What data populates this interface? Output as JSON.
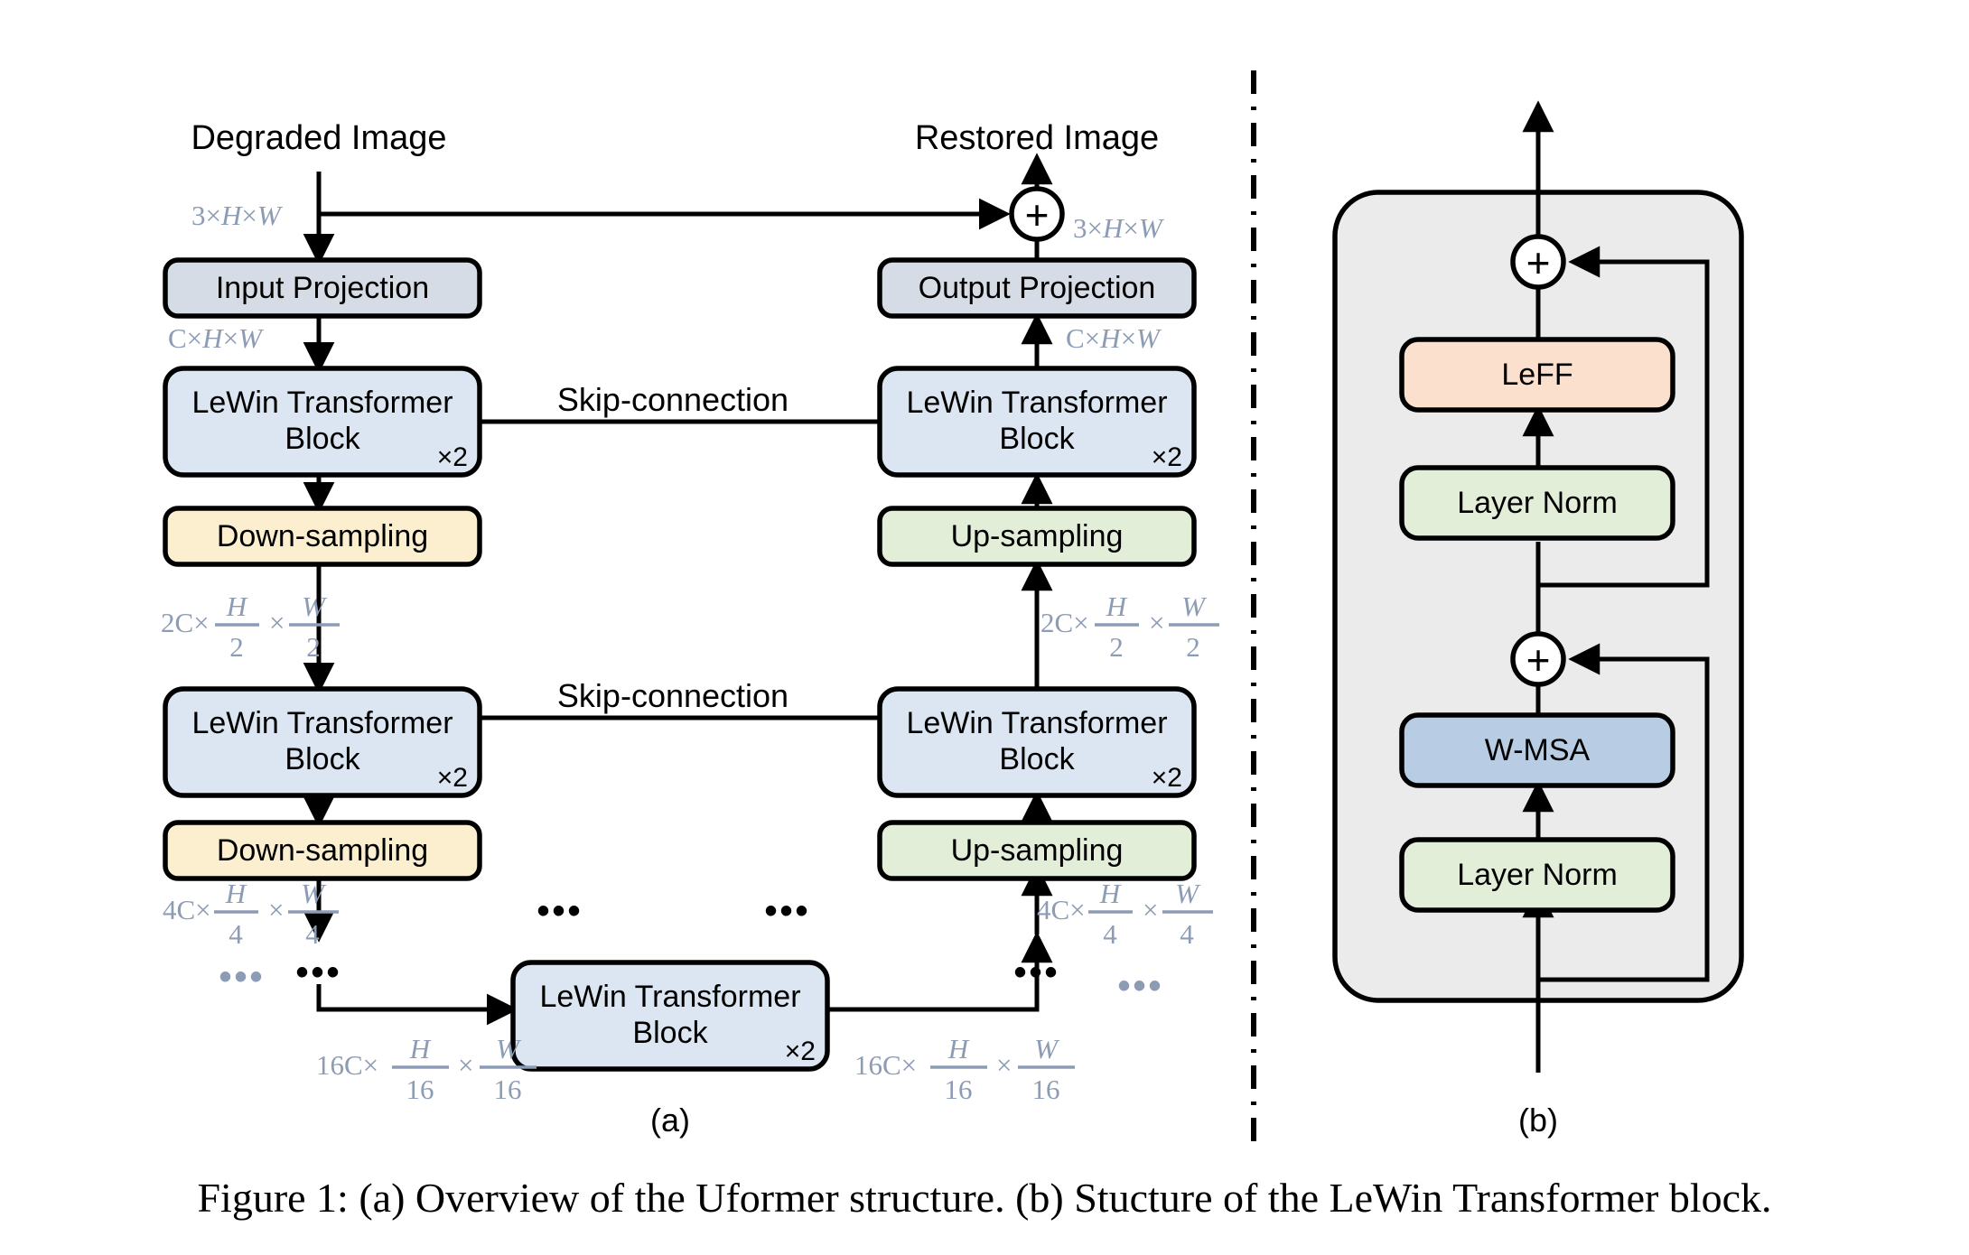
{
  "figure": {
    "caption": "Figure 1: (a) Overview of the Uformer structure. (b) Stucture of the LeWin Transformer block.",
    "panel_a_label": "(a)",
    "panel_b_label": "(b)"
  },
  "colors": {
    "projection_fill": "#d6dce5",
    "transformer_fill": "#dce6f2",
    "downsample_fill": "#fcefd0",
    "upsample_fill": "#e3eed9",
    "leff_fill": "#fbe0cd",
    "layernorm_fill": "#e3eed9",
    "wmsa_fill": "#b8cce4",
    "block_bg_fill": "#ebebeb",
    "dim_text": "#8d9cb5",
    "stroke": "#000000"
  },
  "panel_a": {
    "input_title": "Degraded Image",
    "output_title": "Restored Image",
    "skip_label_top": "Skip-connection",
    "skip_label_mid": "Skip-connection",
    "blocks": {
      "input_projection": "Input Projection",
      "output_projection": "Output Projection",
      "lewin_block": "LeWin Transformer Block",
      "lewin_line1": "LeWin Transformer",
      "lewin_line2": "Block",
      "multiplier": "×2",
      "down_sampling": "Down-sampling",
      "up_sampling": "Up-sampling"
    },
    "dims": {
      "input_3hw": {
        "prefix": "3×",
        "h": "H",
        "sep": "×",
        "w": "W"
      },
      "output_3hw": {
        "prefix": "3×",
        "h": "H",
        "sep": "×",
        "w": "W"
      },
      "enc_chw": {
        "prefix": "C×",
        "h": "H",
        "sep": "×",
        "w": "W"
      },
      "dec_chw": {
        "prefix": "C×",
        "h": "H",
        "sep": "×",
        "w": "W"
      },
      "enc_2c": {
        "coef": "2C×",
        "num1": "H",
        "den1": "2",
        "sep": "×",
        "num2": "W",
        "den2": "2"
      },
      "dec_2c": {
        "coef": "2C×",
        "num1": "H",
        "den1": "2",
        "sep": "×",
        "num2": "W",
        "den2": "2"
      },
      "enc_4c": {
        "coef": "4C×",
        "num1": "H",
        "den1": "4",
        "sep": "×",
        "num2": "W",
        "den2": "4"
      },
      "dec_4c": {
        "coef": "4C×",
        "num1": "H",
        "den1": "4",
        "sep": "×",
        "num2": "W",
        "den2": "4"
      },
      "enc_16c": {
        "coef": "16C×",
        "num1": "H",
        "den1": "16",
        "sep": "×",
        "num2": "W",
        "den2": "16"
      },
      "dec_16c": {
        "coef": "16C×",
        "num1": "H",
        "den1": "16",
        "sep": "×",
        "num2": "W",
        "den2": "16"
      }
    },
    "ellipsis": {
      "mid_left": "•••",
      "mid_right": "•••",
      "enc_gray": "•••",
      "enc_dark": "•••",
      "dec_dark": "•••",
      "dec_gray": "•••"
    },
    "add_symbol": "+"
  },
  "panel_b": {
    "blocks": {
      "leff": "LeFF",
      "layer_norm_top": "Layer Norm",
      "wmsa": "W-MSA",
      "layer_norm_bottom": "Layer Norm"
    },
    "add_symbol_top": "+",
    "add_symbol_bottom": "+"
  }
}
